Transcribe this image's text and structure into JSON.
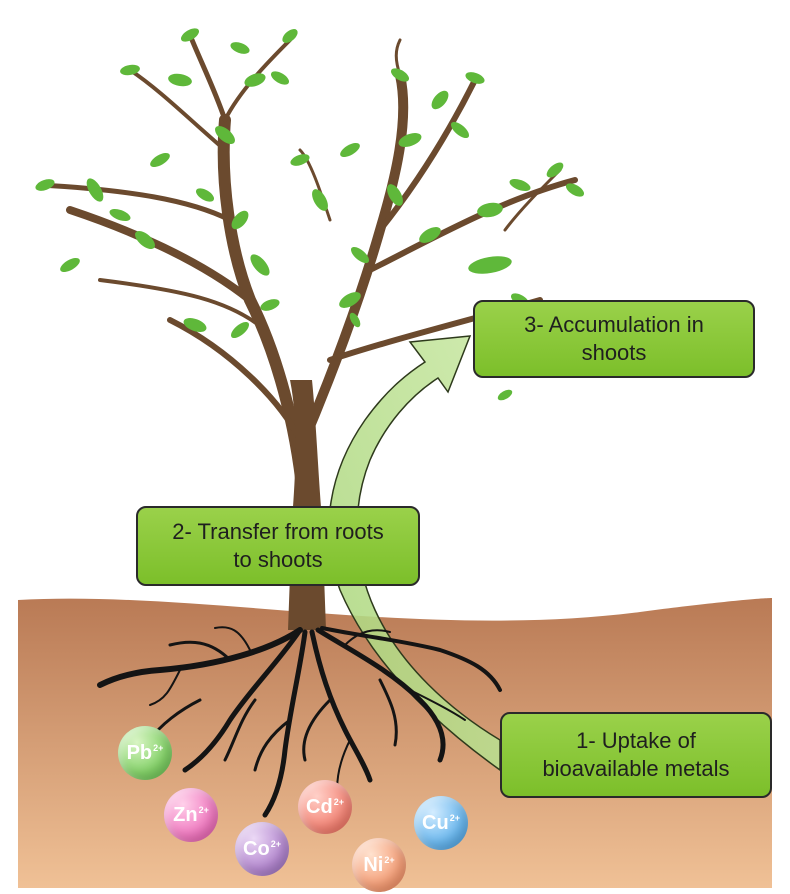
{
  "steps": {
    "uptake": {
      "line1": "1- Uptake of",
      "line2": "bioavailable metals"
    },
    "transfer": {
      "line1": "2- Transfer from roots",
      "line2": "to shoots"
    },
    "accumulation": {
      "line1": "3- Accumulation in",
      "line2": "shoots"
    }
  },
  "metal_ions": [
    {
      "symbol": "Pb",
      "charge": "2+",
      "color": "#85d26a"
    },
    {
      "symbol": "Zn",
      "charge": "2+",
      "color": "#f07cc1"
    },
    {
      "symbol": "Cd",
      "charge": "2+",
      "color": "#f4887a"
    },
    {
      "symbol": "Co",
      "charge": "2+",
      "color": "#b58ad0"
    },
    {
      "symbol": "Ni",
      "charge": "2+",
      "color": "#f4a07a"
    },
    {
      "symbol": "Cu",
      "charge": "2+",
      "color": "#6cb8ee"
    }
  ],
  "colors": {
    "soil_top": "#b97a55",
    "soil_bottom": "#f0c196",
    "trunk": "#6b4a2e",
    "leaf": "#5fb83a",
    "roots": "#141414",
    "label_box": "#8cc63f",
    "arrow": "#b5dc86"
  }
}
